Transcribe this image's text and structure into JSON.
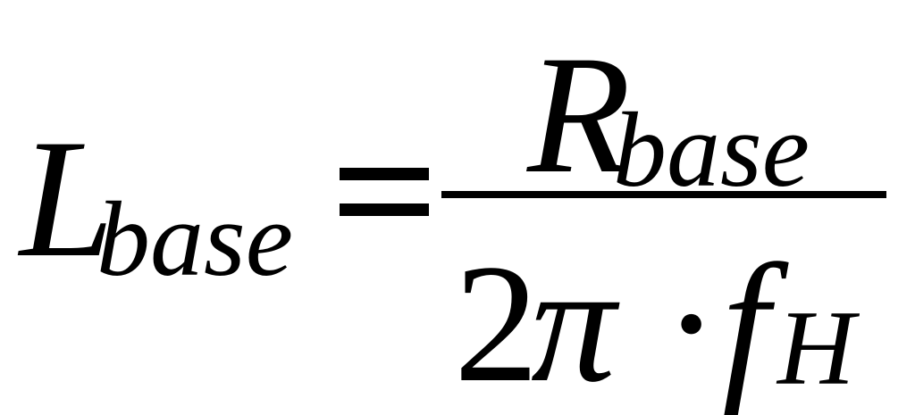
{
  "equation": {
    "lhs": {
      "symbol": "L",
      "subscript": "base"
    },
    "relation": "=",
    "numerator": {
      "symbol": "R",
      "subscript": "base"
    },
    "denominator": {
      "coefficient": "2",
      "constant": "π",
      "operator": "·",
      "symbol": "f",
      "subscript": "H"
    }
  }
}
